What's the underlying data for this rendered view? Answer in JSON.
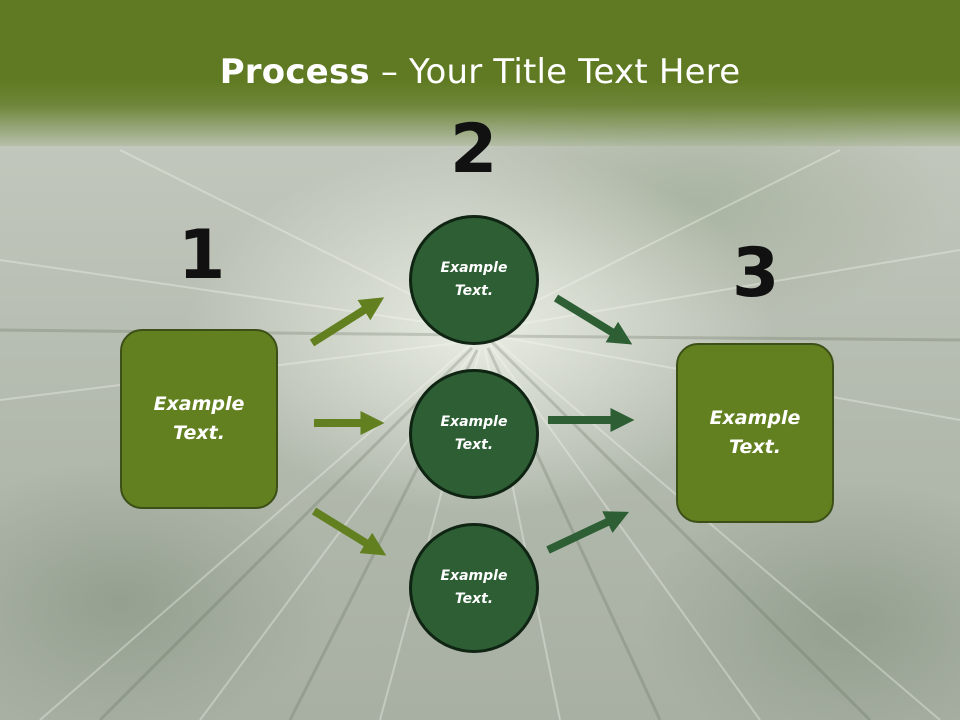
{
  "slide": {
    "title_bold": "Process",
    "title_rest": " – Your Title Text Here"
  },
  "steps": {
    "num1": "1",
    "num2": "2",
    "num3": "3"
  },
  "left_box": {
    "text_line1": "Example",
    "text_line2": "Text."
  },
  "right_box": {
    "text_line1": "Example",
    "text_line2": "Text."
  },
  "circles": [
    {
      "text_line1": "Example",
      "text_line2": "Text."
    },
    {
      "text_line1": "Example",
      "text_line2": "Text."
    },
    {
      "text_line1": "Example",
      "text_line2": "Text."
    }
  ],
  "colors": {
    "header": "#5f7a22",
    "box_fill": "#62801f",
    "circle_fill": "#2d5e34",
    "arrow_light": "#62801f",
    "arrow_dark": "#2d5e34"
  }
}
